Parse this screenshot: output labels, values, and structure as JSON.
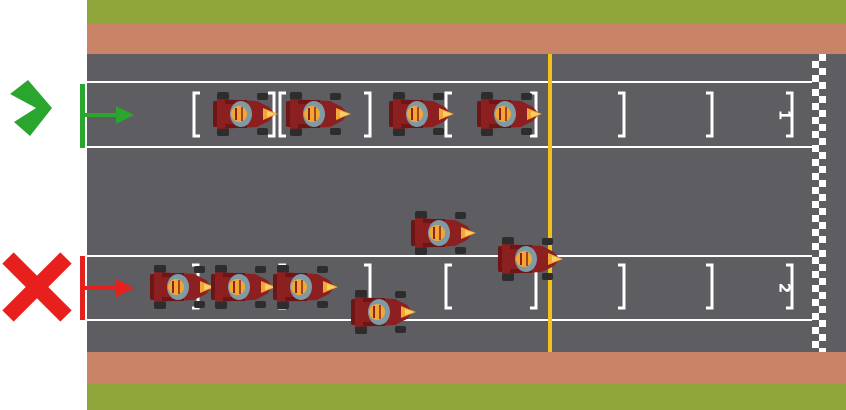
{
  "colors": {
    "grass": "#8fa63a",
    "dirt": "#c98468",
    "asphalt": "#5e5e62",
    "line": "#ffffff",
    "timing_line": "#f2c21b",
    "kart_body": "#8c1f1f",
    "kart_tire": "#2d2d2d",
    "helmet": "#7e9aa5",
    "correct": "#2aa52e",
    "wrong": "#e8201d"
  },
  "lanes": [
    {
      "number": "1",
      "status": "correct",
      "status_icon": "check-icon",
      "arrow_icon": "arrow-right-icon"
    },
    {
      "number": "2",
      "status": "wrong",
      "status_icon": "x-icon",
      "arrow_icon": "arrow-right-icon"
    }
  ],
  "karts": [
    {
      "lane": "1",
      "placement": "in-slot"
    },
    {
      "lane": "1",
      "placement": "in-slot"
    },
    {
      "lane": "1",
      "placement": "in-slot"
    },
    {
      "lane": "1",
      "placement": "in-slot"
    },
    {
      "lane": "2",
      "placement": "in-slot"
    },
    {
      "lane": "2",
      "placement": "in-slot"
    },
    {
      "lane": "2",
      "placement": "in-slot"
    },
    {
      "lane": "2",
      "placement": "out-of-slot"
    },
    {
      "lane": "between",
      "placement": "out-of-slot"
    },
    {
      "lane": "2",
      "placement": "crossing-line"
    }
  ]
}
